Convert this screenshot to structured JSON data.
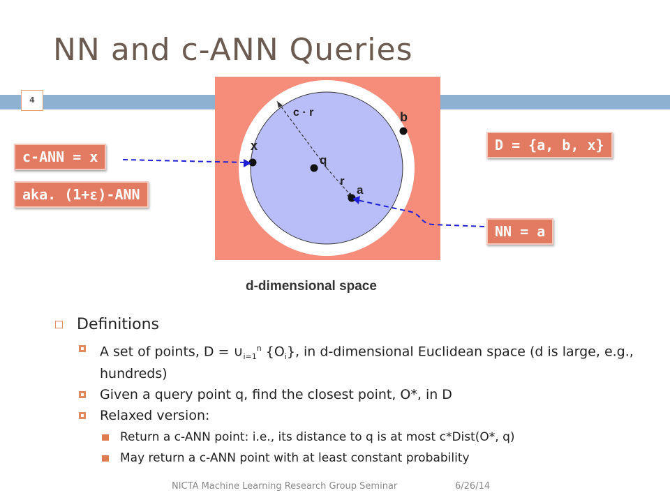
{
  "slide": {
    "title": "NN and c-ANN Queries",
    "number": "4"
  },
  "diagram": {
    "label_cr": "c · r",
    "label_r": "r",
    "label_q": "q",
    "label_x": "x",
    "label_a": "a",
    "label_b": "b",
    "caption": "d-dimensional space"
  },
  "callouts": {
    "cann": "c-ANN = x",
    "aka": "aka. (1+ε)-ANN",
    "dset": "D = {a, b, x}",
    "nn": "NN = a"
  },
  "bullets": {
    "l1": "Definitions",
    "l2a_pre": "A set of points, D = ∪",
    "l2a_sub1": "i=1",
    "l2a_sup": "n",
    "l2a_mid": " {O",
    "l2a_sub2": "i",
    "l2a_post": "}, in d-dimensional Euclidean space (d is large, e.g., hundreds)",
    "l2b": "Given a query point q, find the closest point, O*, in D",
    "l2c": "Relaxed version:",
    "l3a": "Return a c-ANN point: i.e., its distance to q is at most c*Dist(O*, q)",
    "l3b": "May return a c-ANN point with at least constant probability"
  },
  "footer": {
    "left": "NICTA Machine Learning Research Group Seminar",
    "right": "6/26/14"
  },
  "colors": {
    "title": "#6b5a50",
    "bar": "#8fb1d1",
    "space": "#f58d7a",
    "inner_circle": "#b9bdf8",
    "callout": "#e37b62",
    "arrow": "#1f1fd6",
    "bullet": "#e08a5e"
  }
}
